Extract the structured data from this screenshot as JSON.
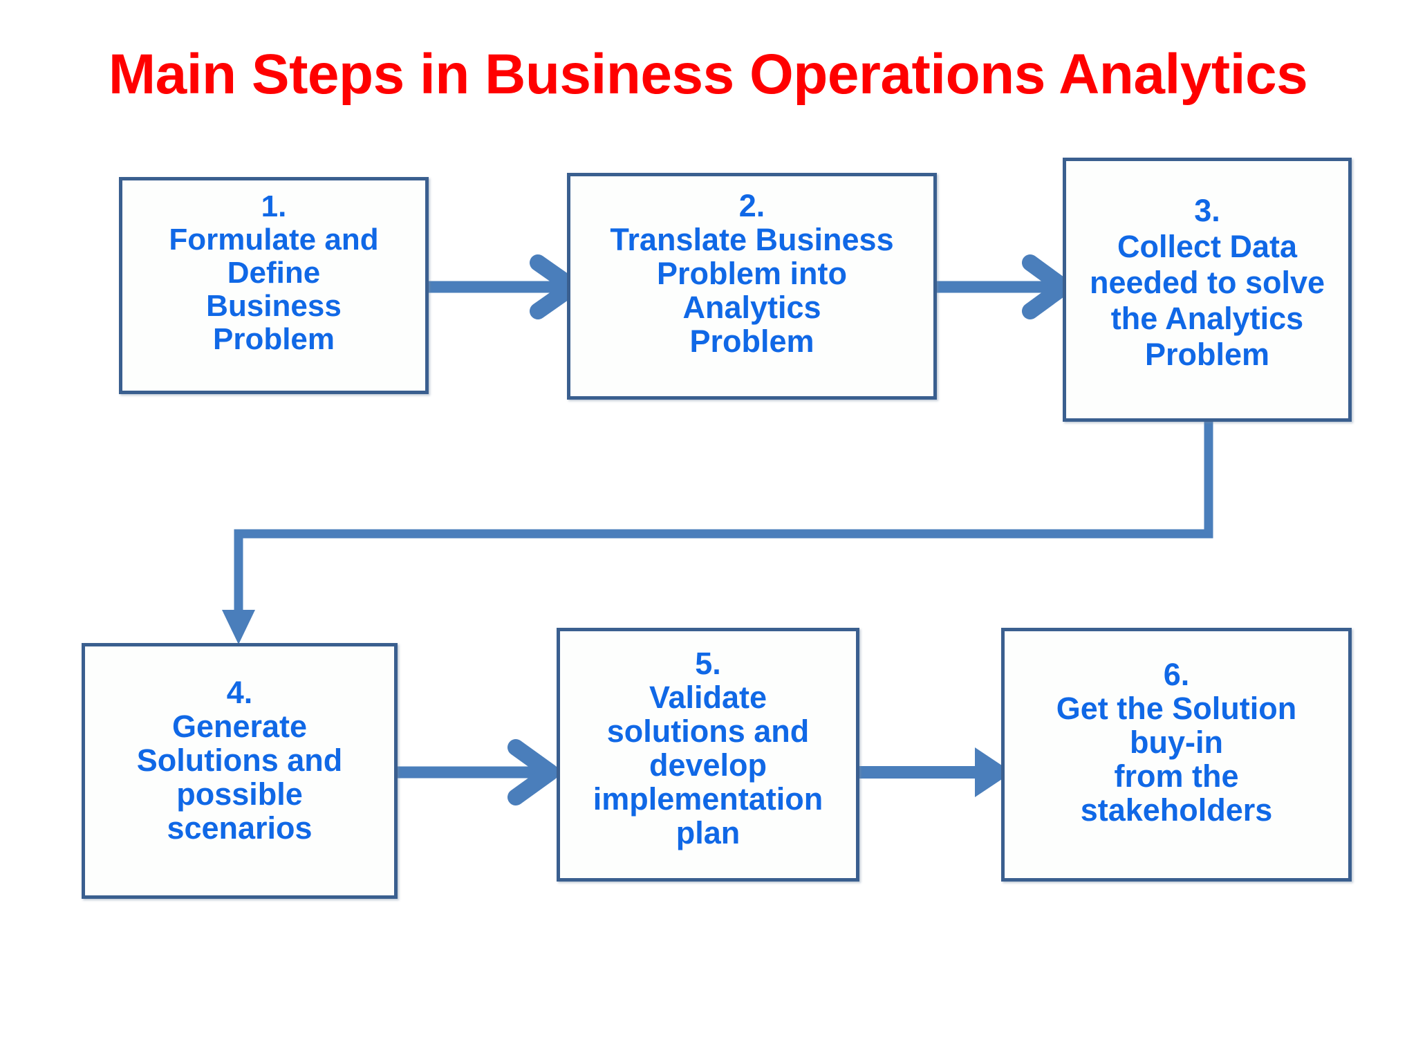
{
  "title": "Main Steps in Business Operations Analytics",
  "colors": {
    "title_red": "#FF0000",
    "node_text_blue": "#1068E6",
    "node_border": "#3A5F8F",
    "node_fill": "#FDFEFD",
    "connector_blue": "#4A7EBB",
    "canvas_background": "#FFFFFF"
  },
  "diagram": {
    "type": "flowchart",
    "orientation": "left-to-right, serpentine (row 1 L→R, row 2 L→R)",
    "nodes": [
      {
        "id": "1",
        "number": "1.",
        "label": "Formulate and\nDefine\nBusiness\nProblem",
        "full_text": "1.\nFormulate and\nDefine\nBusiness\nProblem"
      },
      {
        "id": "2",
        "number": "2.",
        "label": "Translate Business\nProblem into\nAnalytics\nProblem",
        "full_text": "2.\nTranslate Business\nProblem into\nAnalytics\nProblem"
      },
      {
        "id": "3",
        "number": "3.",
        "label": "Collect Data\nneeded to solve\nthe Analytics\nProblem",
        "full_text": "3.\nCollect Data\nneeded to solve\nthe Analytics\nProblem"
      },
      {
        "id": "4",
        "number": "4.",
        "label": "Generate\nSolutions and\npossible\nscenarios",
        "full_text": "4.\nGenerate\nSolutions and\npossible\nscenarios"
      },
      {
        "id": "5",
        "number": "5.",
        "label": "Validate\nsolutions and\ndevelop\nimplementation\nplan",
        "full_text": "5.\nValidate\nsolutions and\ndevelop\nimplementation\nplan"
      },
      {
        "id": "6",
        "number": "6.",
        "label": "Get the Solution\nbuy-in\nfrom the\nstakeholders",
        "full_text": "6.\nGet the Solution\nbuy-in\nfrom the\nstakeholders"
      }
    ],
    "connectors": [
      {
        "id": "1-2",
        "from": "1",
        "to": "2",
        "style": "straight-right",
        "head": "chevron"
      },
      {
        "id": "2-3",
        "from": "2",
        "to": "3",
        "style": "straight-right",
        "head": "chevron"
      },
      {
        "id": "3-4",
        "from": "3",
        "to": "4",
        "style": "elbow-down-left-down",
        "head": "solid-triangle"
      },
      {
        "id": "4-5",
        "from": "4",
        "to": "5",
        "style": "straight-right",
        "head": "chevron"
      },
      {
        "id": "5-6",
        "from": "5",
        "to": "6",
        "style": "straight-right",
        "head": "solid-triangle"
      }
    ]
  }
}
